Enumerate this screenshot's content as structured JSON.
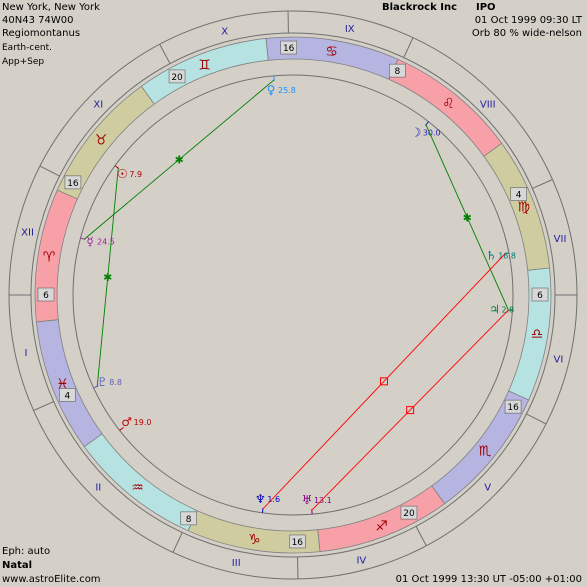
{
  "header": {
    "location": "New York, New York",
    "coords": "40N43 74W00",
    "house_system": "Regiomontanus",
    "centric": "Earth-cent.",
    "aspect_mode": "App+Sep",
    "company": "Blackrock Inc",
    "event": "IPO",
    "local_datetime": "01 Oct 1999 09:30 LT",
    "orb": "Orb 80 % wide-nelson"
  },
  "footer": {
    "ephemeris": "Eph: auto",
    "chart_type": "Natal",
    "website": "www.astroElite.com",
    "ut_datetime": "01 Oct 1999 13:30 UT -05:00 +01:00"
  },
  "colors": {
    "background": "#d4d0c8",
    "fire": "#f7a0a8",
    "earth": "#cfcca0",
    "air": "#b7e2e2",
    "water": "#b6b4e0",
    "house_light": "#b7e2e2",
    "house_mid": "#a9d2a9",
    "house_dark": "#b6b4e0",
    "aspect_hard": "#ff0000",
    "aspect_soft": "#008000"
  },
  "chart_data": {
    "type": "astrological-wheel",
    "ascendant": 186,
    "signs": [
      {
        "name": "Aries",
        "glyph": "♈",
        "element": "fire"
      },
      {
        "name": "Taurus",
        "glyph": "♉",
        "element": "earth"
      },
      {
        "name": "Gemini",
        "glyph": "♊",
        "element": "air"
      },
      {
        "name": "Cancer",
        "glyph": "♋",
        "element": "water"
      },
      {
        "name": "Leo",
        "glyph": "♌",
        "element": "fire"
      },
      {
        "name": "Virgo",
        "glyph": "♍",
        "element": "earth"
      },
      {
        "name": "Libra",
        "glyph": "♎",
        "element": "air"
      },
      {
        "name": "Scorpio",
        "glyph": "♏",
        "element": "water"
      },
      {
        "name": "Sagittarius",
        "glyph": "♐",
        "element": "fire"
      },
      {
        "name": "Capricorn",
        "glyph": "♑",
        "element": "earth"
      },
      {
        "name": "Aquarius",
        "glyph": "♒",
        "element": "air"
      },
      {
        "name": "Pisces",
        "glyph": "♓",
        "element": "water"
      }
    ],
    "houses": [
      {
        "label": "I",
        "cusp_label": "6",
        "angle": 180
      },
      {
        "label": "II",
        "cusp_label": "4",
        "angle": 204
      },
      {
        "label": "III",
        "cusp_label": "8",
        "angle": 245
      },
      {
        "label": "IV",
        "cusp_label": "16",
        "angle": 271
      },
      {
        "label": "V",
        "cusp_label": "20",
        "angle": 298
      },
      {
        "label": "VI",
        "cusp_label": "16",
        "angle": 333
      },
      {
        "label": "VII",
        "cusp_label": "6",
        "angle": 0
      },
      {
        "label": "VIII",
        "cusp_label": "4",
        "angle": 24
      },
      {
        "label": "IX",
        "cusp_label": "8",
        "angle": 65
      },
      {
        "label": "X",
        "cusp_label": "16",
        "angle": 91
      },
      {
        "label": "XI",
        "cusp_label": "20",
        "angle": 118
      },
      {
        "label": "XII",
        "cusp_label": "16",
        "angle": 153
      }
    ],
    "planets": [
      {
        "name": "Venus",
        "glyph": "♀",
        "value": "25.8",
        "angle": 95,
        "color": "#1e90ff"
      },
      {
        "name": "Moon",
        "glyph": "☽",
        "value": "30.0",
        "angle": 52,
        "color": "#2020c0"
      },
      {
        "name": "Saturn",
        "glyph": "♄",
        "value": "16.8",
        "angle": 11,
        "color": "#007a7a"
      },
      {
        "name": "Jupiter",
        "glyph": "♃",
        "value": "2.8",
        "angle": 356,
        "color": "#008040"
      },
      {
        "name": "Sun",
        "glyph": "☉",
        "value": "7.9",
        "angle": 144,
        "color": "#b00000"
      },
      {
        "name": "Mercury",
        "glyph": "☿",
        "value": "24.5",
        "angle": 165,
        "color": "#a020a0"
      },
      {
        "name": "Pluto",
        "glyph": "♇",
        "value": "8.8",
        "angle": 205,
        "color": "#6060c0"
      },
      {
        "name": "Mars",
        "glyph": "♂",
        "value": "19.0",
        "angle": 218,
        "color": "#c00000"
      },
      {
        "name": "Neptune",
        "glyph": "♆",
        "value": "1.6",
        "angle": 262,
        "color": "#0000c0"
      },
      {
        "name": "Uranus",
        "glyph": "♅",
        "value": "13.1",
        "angle": 275,
        "color": "#800080"
      }
    ],
    "aspects": [
      {
        "from": "Venus",
        "to": "Mercury",
        "type": "soft"
      },
      {
        "from": "Sun",
        "to": "Pluto",
        "type": "soft"
      },
      {
        "from": "Moon",
        "to": "Jupiter",
        "type": "soft"
      },
      {
        "from": "Neptune",
        "to": "Saturn",
        "type": "hard"
      },
      {
        "from": "Uranus",
        "to": "Jupiter",
        "type": "hard"
      }
    ]
  }
}
